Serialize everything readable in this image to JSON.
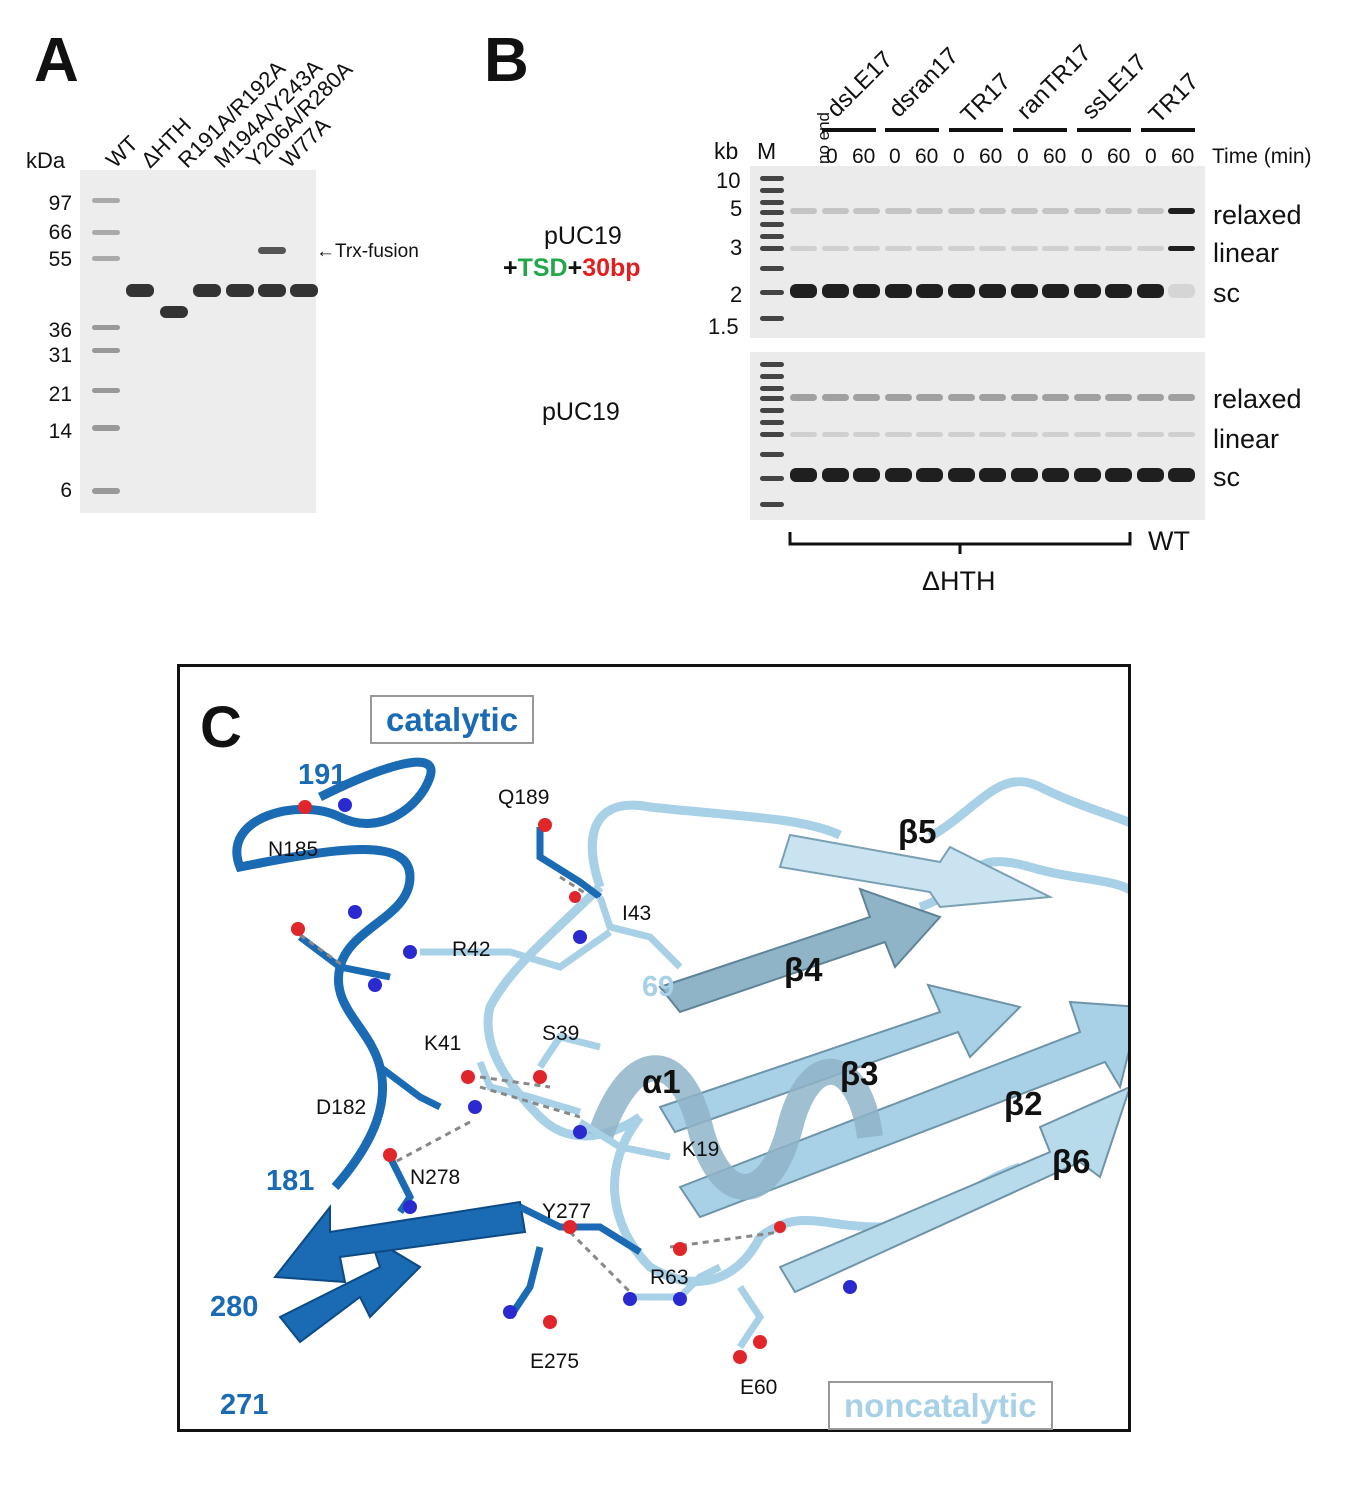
{
  "panelA": {
    "letter": "A",
    "kda_label": "kDa",
    "mw_markers": [
      "97",
      "66",
      "55",
      "36",
      "31",
      "21",
      "14",
      "6"
    ],
    "lanes": [
      "WT",
      "ΔHTH",
      "R191A/R192A",
      "M194A/Y243A",
      "Y206A/R280A",
      "W77A"
    ],
    "annotation": "←Trx-fusion"
  },
  "panelB": {
    "letter": "B",
    "kb_label": "kb",
    "marker_lane": "M",
    "no_end_label": "no end",
    "size_markers": [
      "10",
      "5",
      "3",
      "2",
      "1.5"
    ],
    "groups": [
      "dsLE17",
      "dsran17",
      "TR17",
      "ranTR17",
      "ssLE17",
      "TR17"
    ],
    "times": [
      "0",
      "60"
    ],
    "time_label": "Time (min)",
    "top_left_label_line1": "pUC19",
    "top_left_plus1": "+",
    "top_left_tsd": "TSD",
    "top_left_plus2": "+",
    "top_left_30bp": "30bp",
    "bottom_left_label": "pUC19",
    "band_labels": [
      "relaxed",
      "linear",
      "sc"
    ],
    "bracket_dhth": "ΔHTH",
    "bracket_wt": "WT",
    "colors": {
      "tsd": "#22a84a",
      "bp30": "#e02020"
    }
  },
  "panelC": {
    "letter": "C",
    "catalytic_label": "catalytic",
    "noncatalytic_label": "noncatalytic",
    "residue_numbers": [
      "191",
      "181",
      "280",
      "271",
      "69"
    ],
    "residues": [
      "Q189",
      "N185",
      "R42",
      "I43",
      "S39",
      "K41",
      "D182",
      "N278",
      "Y277",
      "K19",
      "R63",
      "E275",
      "E60"
    ],
    "secondary_structure": [
      "β5",
      "β4",
      "β3",
      "β2",
      "β6",
      "α1"
    ],
    "colors": {
      "catalytic": "#1a6ab4",
      "noncatalytic": "#a8d0e6",
      "noncatalytic_dark": "#8fb4c8",
      "oxygen": "#e0262a",
      "nitrogen": "#2a2ad0"
    }
  }
}
